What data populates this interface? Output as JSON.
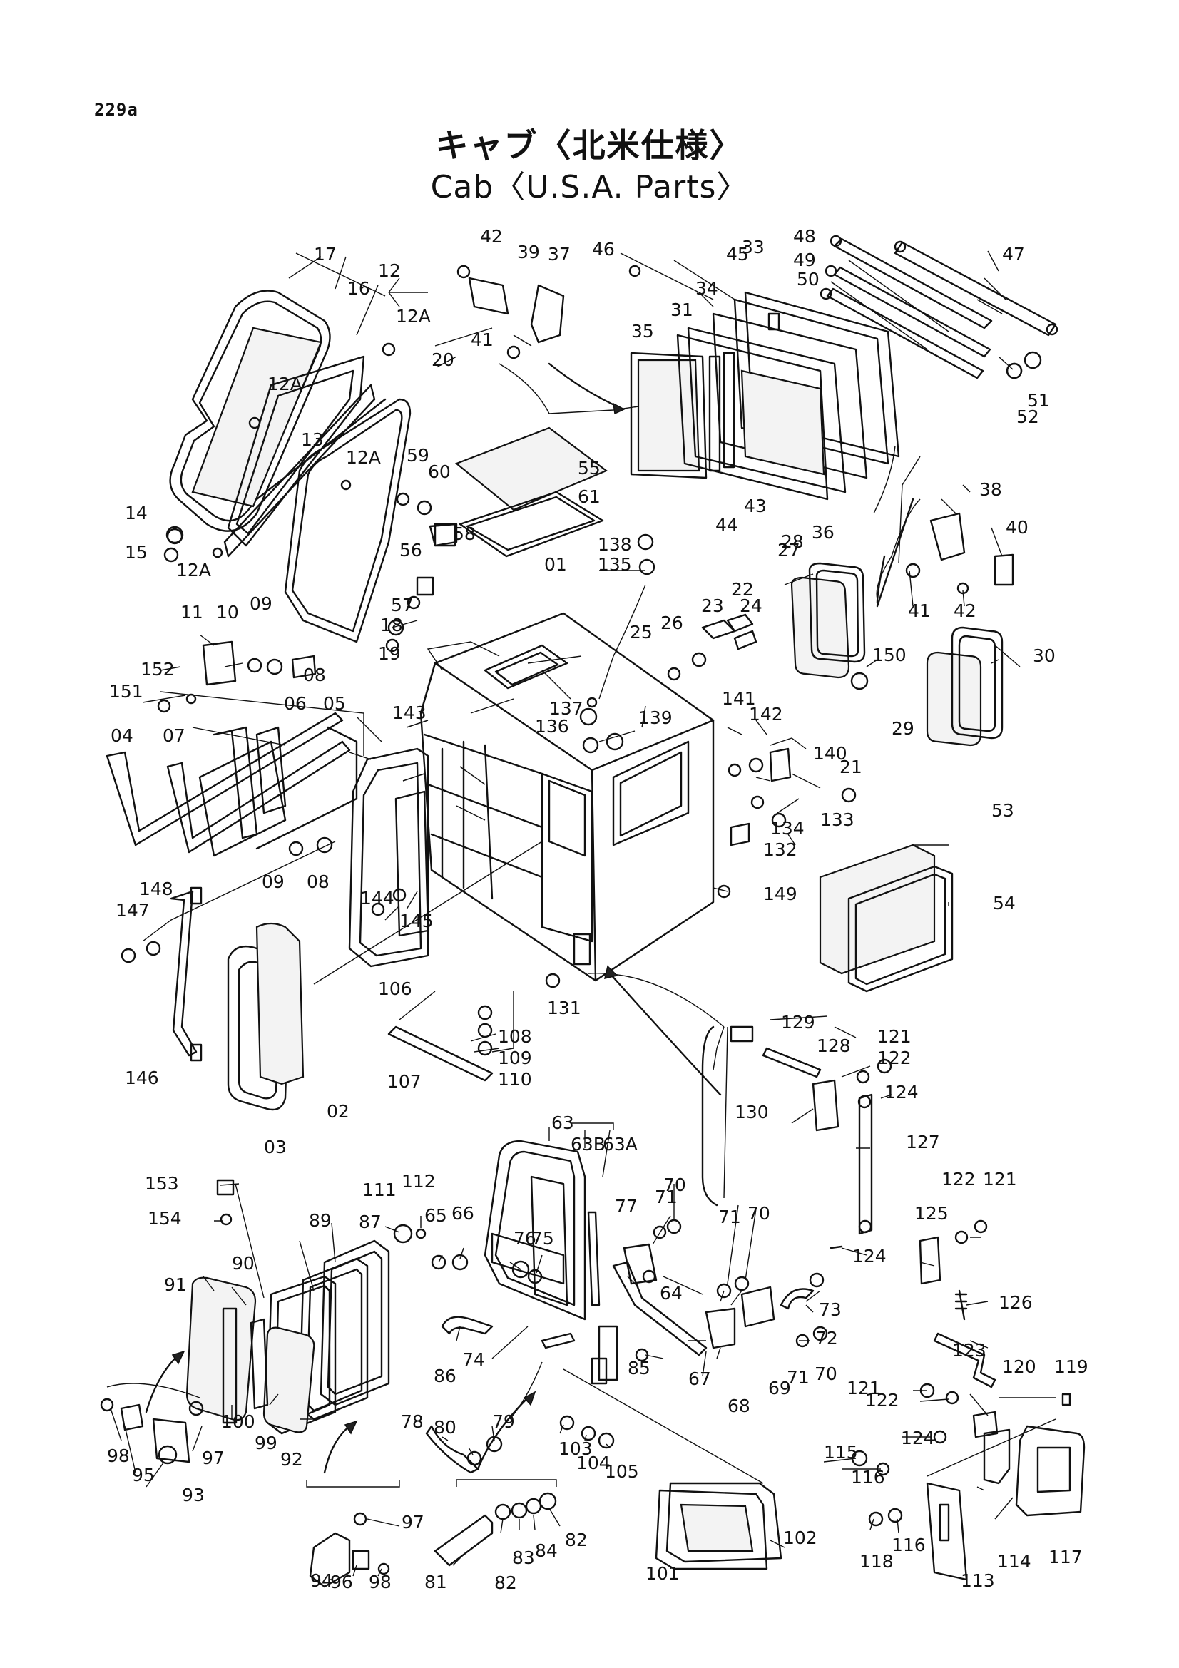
{
  "page_number": "229a",
  "title_jp": "キャブ〈北米仕様〉",
  "title_en": "Cab〈U.S.A. Parts〉",
  "part_labels": [
    "01",
    "02",
    "03",
    "04",
    "05",
    "06",
    "07",
    "08",
    "08",
    "09",
    "09",
    "10",
    "11",
    "12",
    "12A",
    "12A",
    "12A",
    "12A",
    "13",
    "14",
    "15",
    "16",
    "17",
    "18",
    "19",
    "20",
    "21",
    "22",
    "23",
    "24",
    "25",
    "26",
    "27",
    "28",
    "29",
    "30",
    "31",
    "33",
    "34",
    "35",
    "36",
    "37",
    "38",
    "39",
    "40",
    "41",
    "41",
    "42",
    "42",
    "43",
    "44",
    "45",
    "46",
    "47",
    "48",
    "49",
    "50",
    "51",
    "52",
    "53",
    "54",
    "55",
    "56",
    "57",
    "58",
    "59",
    "60",
    "61",
    "63",
    "63B",
    "63A",
    "64",
    "65",
    "66",
    "67",
    "68",
    "69",
    "70",
    "70",
    "70",
    "71",
    "71",
    "71",
    "72",
    "73",
    "74",
    "75",
    "76",
    "77",
    "78",
    "79",
    "80",
    "81",
    "82",
    "82",
    "83",
    "84",
    "85",
    "86",
    "87",
    "89",
    "90",
    "91",
    "92",
    "93",
    "94",
    "95",
    "96",
    "97",
    "97",
    "98",
    "98",
    "99",
    "100",
    "101",
    "102",
    "103",
    "104",
    "105",
    "106",
    "107",
    "108",
    "109",
    "110",
    "111",
    "112",
    "113",
    "114",
    "115",
    "116",
    "116",
    "117",
    "118",
    "119",
    "120",
    "121",
    "121",
    "121",
    "122",
    "122",
    "122",
    "123",
    "124",
    "124",
    "124",
    "125",
    "126",
    "127",
    "128",
    "129",
    "130",
    "131",
    "132",
    "133",
    "134",
    "135",
    "136",
    "137",
    "138",
    "139",
    "140",
    "141",
    "142",
    "143",
    "144",
    "145",
    "146",
    "147",
    "148",
    "149",
    "150",
    "151",
    "152",
    "153",
    "154"
  ]
}
